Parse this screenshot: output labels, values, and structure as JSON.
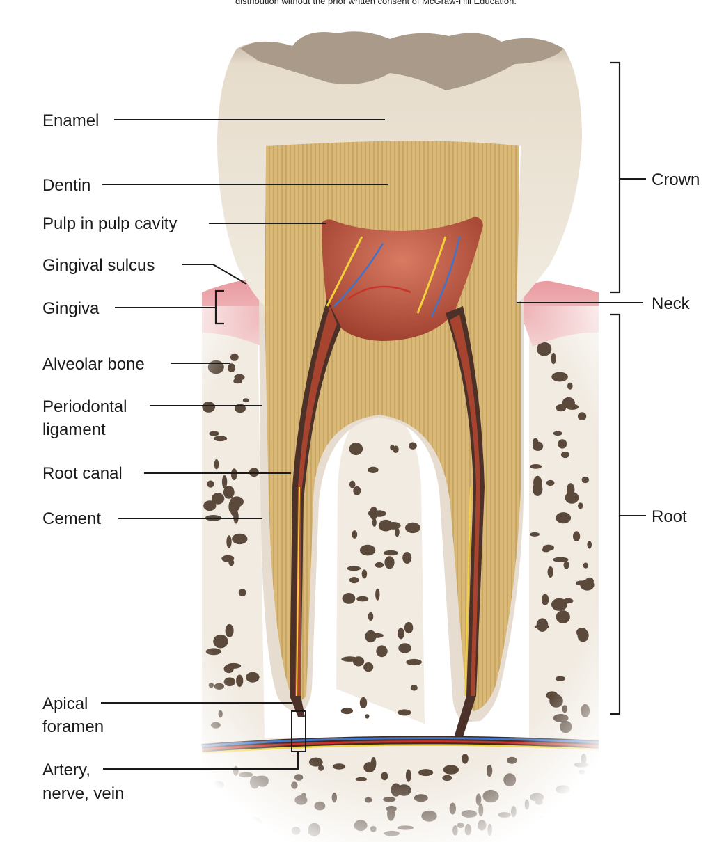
{
  "copyright_line": "distribution without the prior written consent of McGraw-Hill Education.",
  "labels_left": {
    "enamel": "Enamel",
    "dentin": "Dentin",
    "pulp": "Pulp in pulp cavity",
    "gingival_sulcus": "Gingival sulcus",
    "gingiva": "Gingiva",
    "alveolar_bone": "Alveolar bone",
    "periodontal_line1": "Periodontal",
    "periodontal_line2": "ligament",
    "root_canal": "Root canal",
    "cement": "Cement",
    "apical_line1": "Apical",
    "apical_line2": "foramen",
    "vessels_line1": "Artery,",
    "vessels_line2": "nerve, vein"
  },
  "labels_right": {
    "crown": "Crown",
    "neck": "Neck",
    "root": "Root"
  },
  "colors": {
    "enamel": "#ece4d4",
    "enamel_top": "#a9998a",
    "dentin": "#d8b777",
    "dentin_line": "#b48f4f",
    "pulp": "#b5513c",
    "canal_dark": "#3c2b24",
    "bone": "#f1ebe2",
    "bone_pore": "#5b4a3c",
    "gingiva": "#e9a8ab",
    "artery": "#c8332b",
    "vein": "#3f74c9",
    "nerve": "#f2d23a"
  }
}
